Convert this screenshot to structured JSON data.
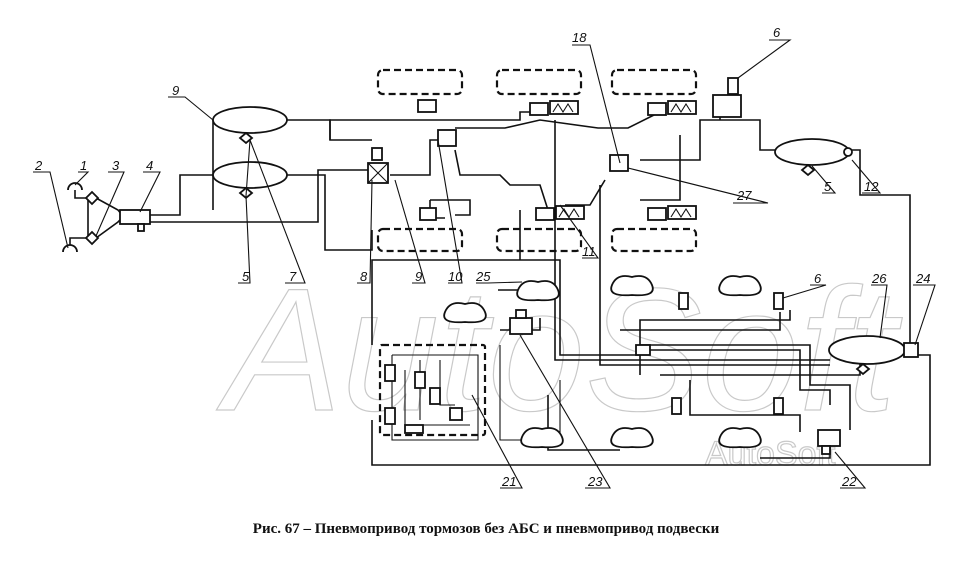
{
  "caption": "Рис. 67 – Пневмопривод тормозов без АБС и пневмопривод подвески",
  "watermark": {
    "main": "AutoSoft",
    "small": "AutoSoft"
  },
  "callouts": [
    "1",
    "2",
    "3",
    "4",
    "5",
    "5",
    "6",
    "6",
    "7",
    "8",
    "9",
    "9",
    "10",
    "11",
    "12",
    "18",
    "21",
    "22",
    "23",
    "24",
    "25",
    "26",
    "27"
  ]
}
